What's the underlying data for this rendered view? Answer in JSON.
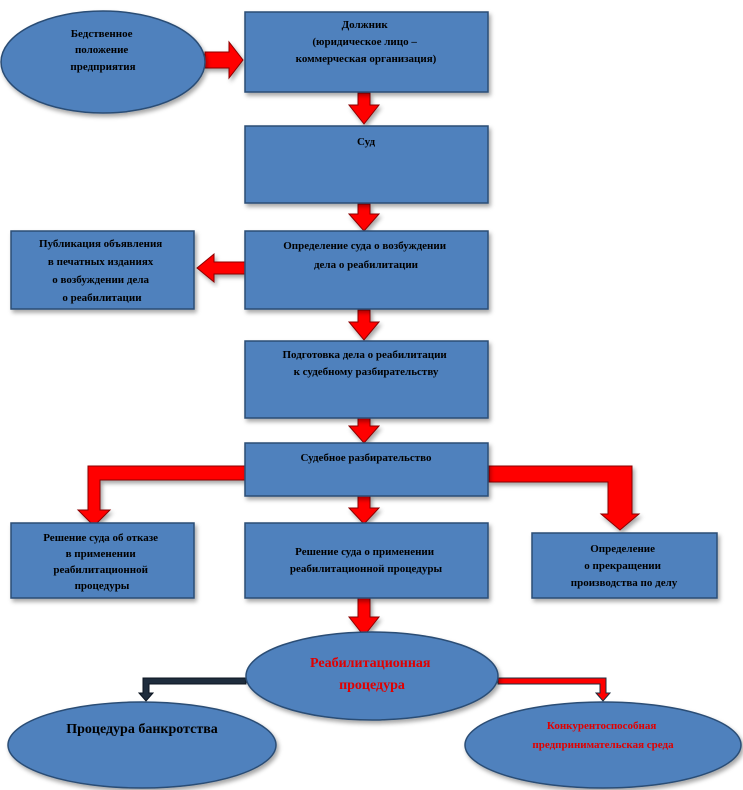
{
  "colors": {
    "box_fill": "#4F81BD",
    "box_stroke": "#2C4D75",
    "arrow_red": "#FF0000",
    "arrow_dark": "#1F2D3D",
    "text_black": "#000000",
    "text_red": "#E00000"
  },
  "nodes": {
    "distress": [
      "Бедственное",
      "положение",
      "предприятия"
    ],
    "debtor": [
      "Должник",
      "(юридическое лицо –",
      "коммерческая организация)"
    ],
    "court": [
      "Суд"
    ],
    "ruling_open": [
      "Определение суда о возбуждении",
      "дела о реабилитации"
    ],
    "publication": [
      "Публикация объявления",
      "в печатных изданиях",
      "о возбуждении дела",
      "о реабилитации"
    ],
    "preparation": [
      "Подготовка дела о реабилитации",
      "к судебному разбирательству"
    ],
    "trial": [
      "Судебное разбирательство"
    ],
    "refusal": [
      "Решение суда об отказе",
      "в применении",
      "реабилитационной",
      "процедуры"
    ],
    "application": [
      "Решение суда о применении",
      "реабилитационной процедуры"
    ],
    "termination": [
      "Определение",
      "о прекращении",
      "производства по делу"
    ],
    "rehab": [
      "Реабилитационная",
      "процедура"
    ],
    "bankruptcy": [
      "Процедура банкротства"
    ],
    "competitive": [
      "Конкурентоспособная",
      "предпринимательская  среда"
    ]
  }
}
